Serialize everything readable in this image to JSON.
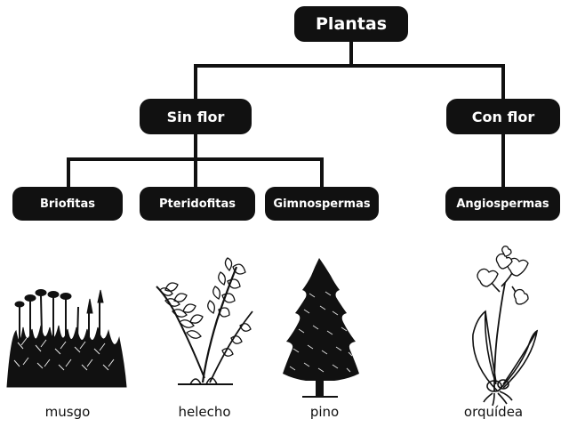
{
  "diagram": {
    "root": {
      "label": "Plantas"
    },
    "groups": [
      {
        "label": "Sin flor",
        "children": [
          "Briofitas",
          "Pteridofitas",
          "Gimnospermas"
        ]
      },
      {
        "label": "Con flor",
        "children": [
          "Angiospermas"
        ]
      }
    ],
    "examples": [
      "musgo",
      "helecho",
      "pino",
      "orquídea"
    ]
  },
  "colors": {
    "node_fill": "#111111",
    "node_text": "#ffffff",
    "line": "#111111",
    "background": "#ffffff"
  },
  "icons": [
    "moss-illustration",
    "fern-illustration",
    "pine-illustration",
    "orchid-illustration"
  ]
}
